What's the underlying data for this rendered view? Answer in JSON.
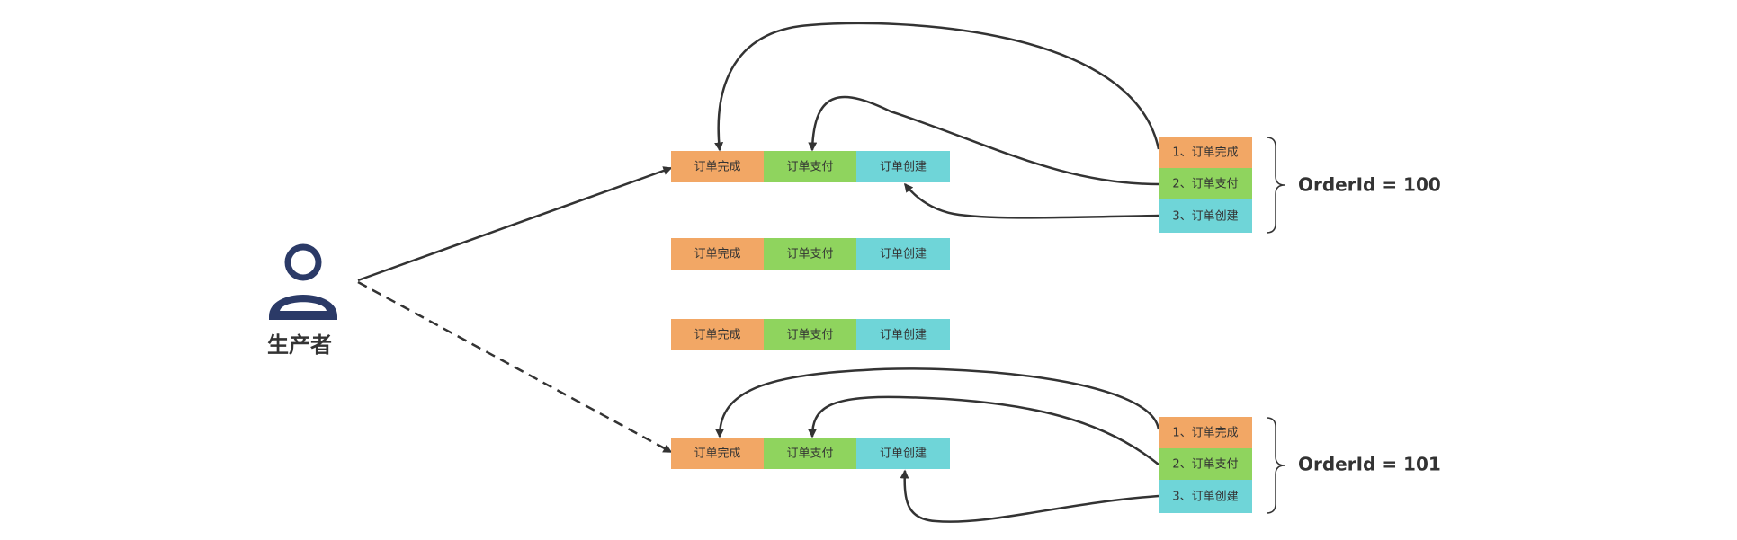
{
  "producer": {
    "label": "生产者",
    "icon": "user-icon",
    "icon_color": "#2b3a67"
  },
  "colors": {
    "orange": "#f2a765",
    "green": "#8fd45e",
    "cyan": "#6fd5d8",
    "line": "#333333"
  },
  "queues": [
    {
      "cells": [
        "订单完成",
        "订单支付",
        "订单创建"
      ]
    },
    {
      "cells": [
        "订单完成",
        "订单支付",
        "订单创建"
      ]
    },
    {
      "cells": [
        "订单完成",
        "订单支付",
        "订单创建"
      ]
    },
    {
      "cells": [
        "订单完成",
        "订单支付",
        "订单创建"
      ]
    }
  ],
  "orders": [
    {
      "label": "OrderId =  100",
      "steps": [
        "1、订单完成",
        "2、订单支付",
        "3、订单创建"
      ]
    },
    {
      "label": "OrderId =  101",
      "steps": [
        "1、订单完成",
        "2、订单支付",
        "3、订单创建"
      ]
    }
  ]
}
